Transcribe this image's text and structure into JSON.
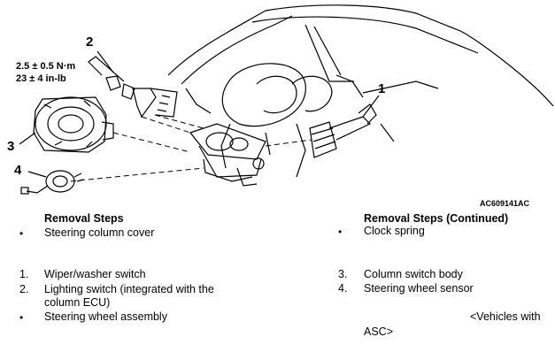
{
  "figure": {
    "figure_id": "AC609141AC",
    "callouts": [
      "1",
      "2",
      "3",
      "4"
    ],
    "torque_spec": {
      "line1": "2.5 ± 0.5 N·m",
      "line2": "23 ± 4 in-lb"
    }
  },
  "left_column": {
    "heading": "Removal Steps",
    "items": [
      {
        "marker": "•",
        "text": "Steering column cover"
      },
      {
        "marker": "1.",
        "text": "Wiper/washer switch"
      },
      {
        "marker": "2.",
        "text": "Lighting switch (integrated with the",
        "text2": "column ECU)"
      },
      {
        "marker": "•",
        "text": "Steering wheel assembly"
      }
    ]
  },
  "right_column": {
    "heading": "Removal Steps (Continued)",
    "items": [
      {
        "marker": "•",
        "text": "Clock spring"
      },
      {
        "marker": "3.",
        "text": "Column switch body"
      },
      {
        "marker": "4.",
        "text": "Steering wheel sensor",
        "note1": "<Vehicles with",
        "note2": "ASC>"
      }
    ]
  }
}
